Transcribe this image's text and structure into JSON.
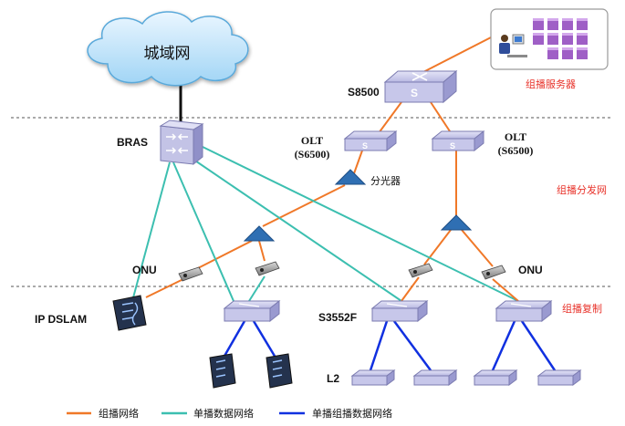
{
  "cloud_label": "城域网",
  "devices": {
    "bras": "BRAS",
    "s8500": "S8500",
    "olt_left_line1": "OLT",
    "olt_left_line2": "(S6500)",
    "olt_right_line1": "OLT",
    "olt_right_line2": "(S6500)",
    "splitter": "分光器",
    "onu_left": "ONU",
    "onu_right": "ONU",
    "ip_dslam": "IP DSLAM",
    "s3552f": "S3552F",
    "l2": "L2"
  },
  "zones": {
    "server": "组播服务器",
    "distribution": "组播分发网",
    "replication": "组播复制"
  },
  "legend": {
    "multicast": "组播网络",
    "unicast_data": "单播数据网络",
    "unicast_multicast_data": "单播组播数据网络"
  },
  "colors": {
    "multicast": "#f07828",
    "unicast": "#3cbfb0",
    "unicast_multicast": "#1030e0",
    "switch_face": "#c7c7ea",
    "zone_text": "#e8322a"
  }
}
